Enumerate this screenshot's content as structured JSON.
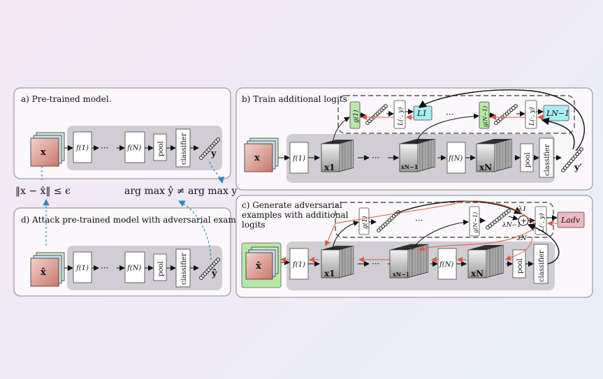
{
  "panels": {
    "a": {
      "title": "a) Pre-trained model."
    },
    "b": {
      "title": "b) Train additional logits"
    },
    "c": {
      "title_line1": "c) Generate adversarial",
      "title_line2": "examples with additional",
      "title_line3": "logits"
    },
    "d": {
      "title": "d) Attack pre-trained model with adversarial examples"
    }
  },
  "labels": {
    "x": "x",
    "x_hat": "x̂",
    "f1": "f(1)",
    "fN": "f(N)",
    "dots": "···",
    "pool": "pool",
    "classifier": "classifier",
    "y": "y",
    "y_hat": "ŷ",
    "y_prime": "y′",
    "x1": "x1",
    "xN1": "xN−1",
    "xN": "xN",
    "g1": "g(1)",
    "gN1": "g(N−1)",
    "loss_fn": "L(·, y)",
    "L1": "L1",
    "LN1": "LN−1",
    "Ladv": "Ladv",
    "lambda1": "λ1",
    "lambdaN1": "λN−1",
    "lambdaN": "λN",
    "plus": "+",
    "norm_constraint": "‖x − x̂‖ ≤ ϵ",
    "argmax_ineq": "arg max ŷ ≠ arg max y"
  },
  "colors": {
    "panel_border": "#888888",
    "gray_region": "#cfcfd6",
    "green_box": "#b8e8a8",
    "cyan_box": "#a8eef4",
    "pink_box": "#f0b8c0",
    "red_arrow": "#e05a40",
    "blue_dashed": "#2a8ac0"
  }
}
